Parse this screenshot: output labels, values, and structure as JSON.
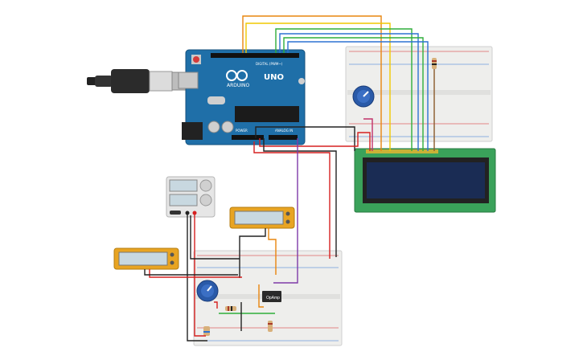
{
  "arduino": {
    "brand": "ARDUINO",
    "model": "UNO",
    "digital_header": "DIGITAL (PWM~)",
    "analog_header": "ANALOG IN",
    "power_header": "POWER"
  },
  "opamp": {
    "label": "OpAmp"
  },
  "colors": {
    "board": "#1f6fa8",
    "breadboard": "#eeeeec",
    "lcd_pcb": "#3aa25a",
    "lcd_screen": "#1a2c54",
    "meter_body": "#e8a422",
    "wire_red": "#d62020",
    "wire_black": "#222222",
    "wire_orange": "#e8850e",
    "wire_yellow": "#f0c800",
    "wire_green": "#2fae3a",
    "wire_blue": "#2d72d2",
    "wire_purple": "#7e3aa8",
    "wire_brown": "#8b5a2b"
  },
  "icons": [
    "usb-cable-icon",
    "potentiometer-icon",
    "resistor-icon",
    "capacitor-icon",
    "reset-button-icon"
  ]
}
